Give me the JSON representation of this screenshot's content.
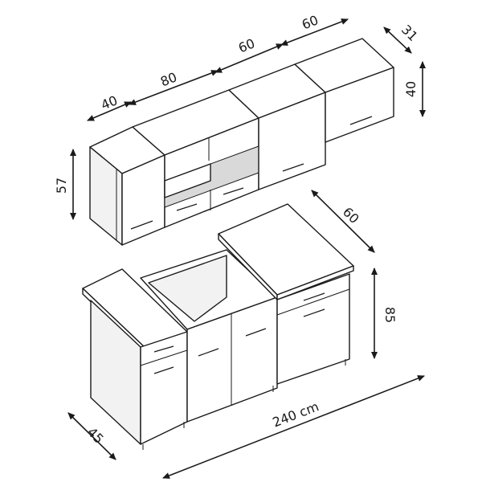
{
  "dimensions": {
    "upper_w1": "40",
    "upper_w2": "80",
    "upper_w3": "60",
    "upper_w4": "60",
    "upper_depth": "31",
    "upper_height_small": "40",
    "upper_height": "57",
    "counter_depth_right": "60",
    "base_height": "85",
    "base_depth_left": "45",
    "total_width": "240 cm"
  },
  "colors": {
    "line": "#1a1a1a",
    "fill": "#ffffff",
    "glass": "#d9d9d9"
  }
}
